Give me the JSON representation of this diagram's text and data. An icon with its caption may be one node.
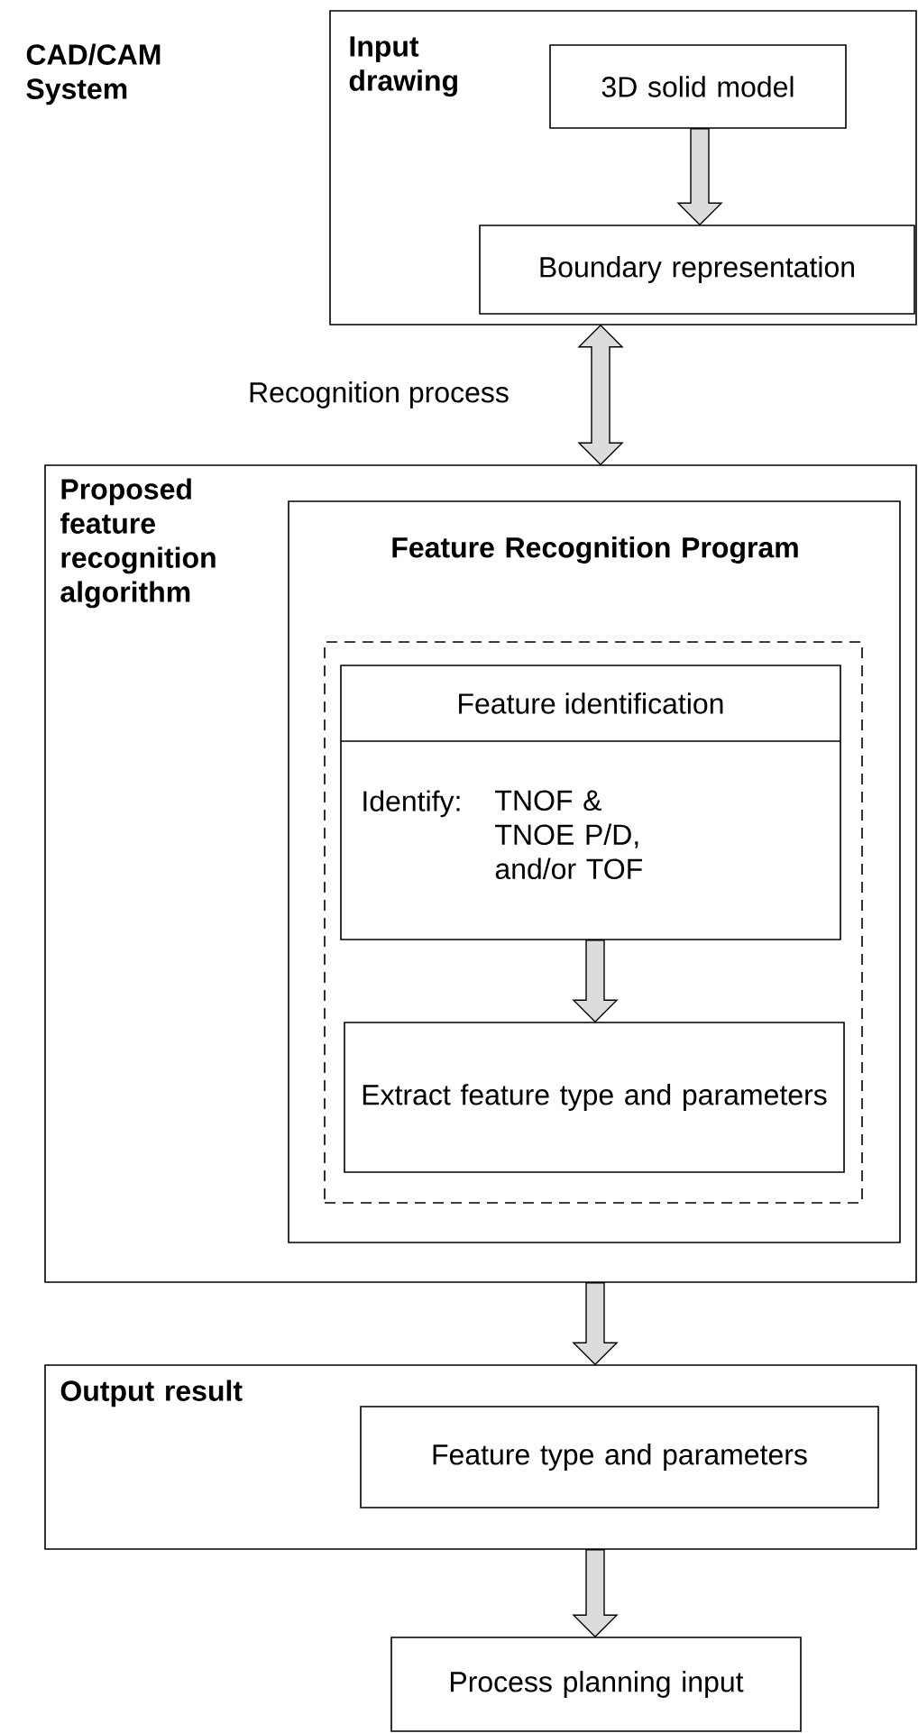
{
  "diagram": {
    "nodes": [
      {
        "text": [
          "Input drawing"
        ]
      },
      {
        "text": [
          "3D solid model"
        ],
        "in": 0
      },
      {
        "text": [
          "Boundary representation"
        ],
        "in": 0
      },
      {
        "text": [
          "Proposed feature recognition algorithm"
        ]
      },
      {
        "text": [
          "Feature Recognition Program"
        ],
        "in": 3
      },
      {
        "text": [],
        "shape": "box",
        "in": 4
      },
      {
        "text": [
          "Feature identification",
          "Identify:",
          "TNOF & TNOE P/D, and/or TOF"
        ],
        "in": 5
      },
      {
        "text": [
          "Extract feature type and parameters"
        ],
        "in": 5
      },
      {
        "text": [
          "Output result"
        ]
      },
      {
        "text": [
          "Feature type and parameters"
        ],
        "in": 8
      },
      {
        "text": [
          "Process planning input"
        ]
      }
    ],
    "edges": [
      {
        "from": 1,
        "to": 2,
        "arrow": "to"
      },
      {
        "from": 0,
        "to": 3,
        "arrow": "both",
        "label": "Recognition process"
      },
      {
        "from": 6,
        "to": 7,
        "arrow": "to"
      },
      {
        "from": 3,
        "to": 8,
        "arrow": "to"
      },
      {
        "from": 8,
        "to": 10,
        "arrow": "to"
      }
    ],
    "labels": [
      "CAD/CAM System"
    ]
  }
}
